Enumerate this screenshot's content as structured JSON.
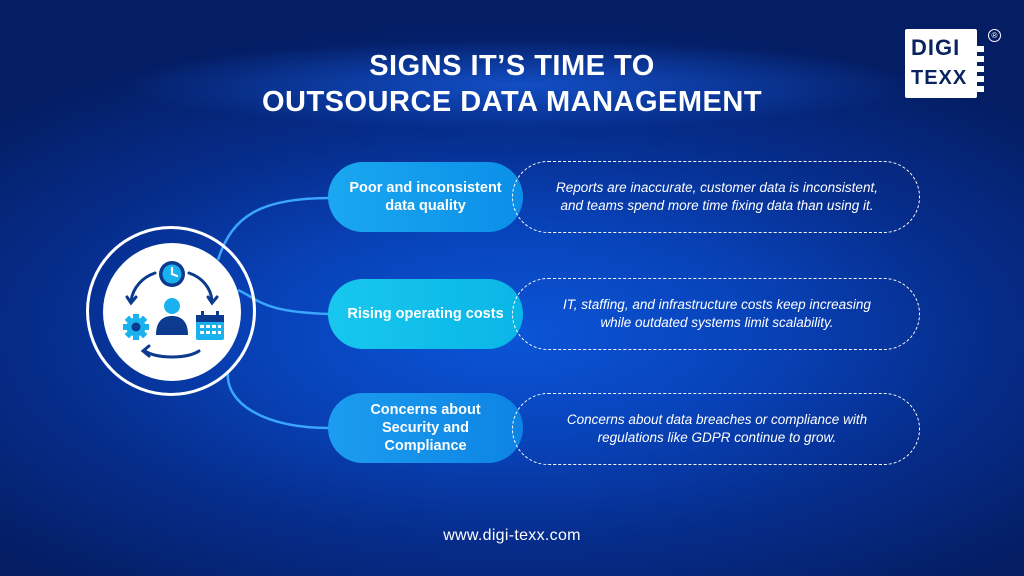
{
  "title": {
    "line1": "SIGNS IT’S TIME TO",
    "line2": "OUTSOURCE DATA MANAGEMENT"
  },
  "logo": {
    "word1": "DIGI",
    "word2": "TEXX",
    "registered": "®"
  },
  "hub": {
    "icons": [
      "clock-icon",
      "person-icon",
      "gear-icon",
      "calendar-icon",
      "cycle-arrows-icon"
    ]
  },
  "signs": [
    {
      "label": "Poor and inconsistent data quality",
      "description_lines": [
        "Reports are inaccurate, customer data is inconsistent,",
        "and teams spend more time fixing data than using it."
      ]
    },
    {
      "label": "Rising operating costs",
      "description_lines": [
        "IT, staffing, and infrastructure costs keep increasing",
        "while outdated systems limit scalability."
      ]
    },
    {
      "label": "Concerns about Security and Compliance",
      "description_lines": [
        "Concerns about data breaches or compliance with",
        "regulations like GDPR continue to grow."
      ]
    }
  ],
  "footer": {
    "url": "www.digi-texx.com"
  },
  "colors": {
    "background": "#0842b8",
    "pill_blue": "#0b8fe8",
    "pill_cyan": "#0ab6e6",
    "icon_dark": "#0b3a8f",
    "icon_cyan": "#1ab2ee"
  }
}
